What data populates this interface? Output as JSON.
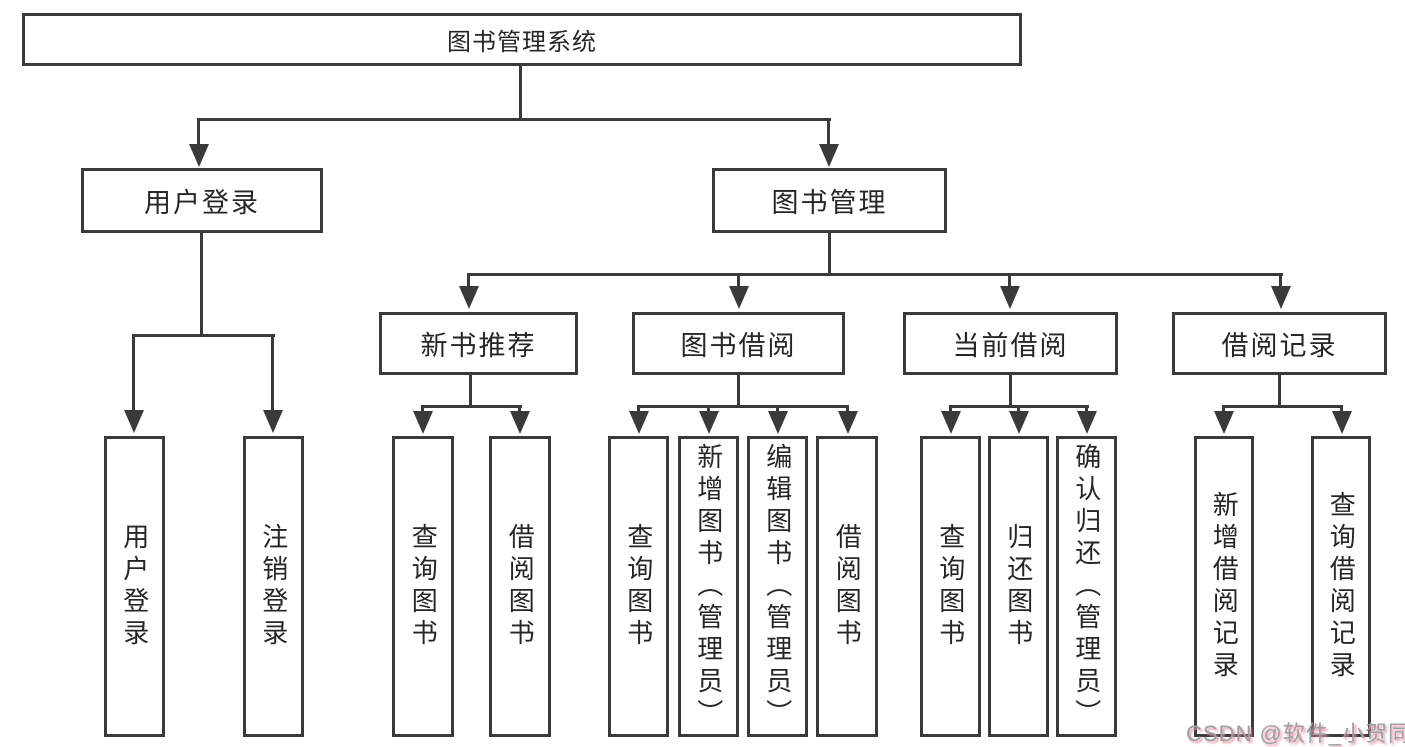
{
  "diagram": {
    "type": "hierarchy-tree",
    "line_color": "#3a3a3a",
    "text_color": "#262626",
    "background": "#ffffff",
    "root": {
      "label": "图书管理系统",
      "children": [
        {
          "label": "用户登录",
          "children": [
            {
              "label": "用户登录"
            },
            {
              "label": "注销登录"
            }
          ]
        },
        {
          "label": "图书管理",
          "children": [
            {
              "label": "新书推荐",
              "children": [
                {
                  "label": "查询图书"
                },
                {
                  "label": "借阅图书"
                }
              ]
            },
            {
              "label": "图书借阅",
              "children": [
                {
                  "label": "查询图书"
                },
                {
                  "label": "新增图书（管理员）"
                },
                {
                  "label": "编辑图书（管理员）"
                },
                {
                  "label": "借阅图书"
                }
              ]
            },
            {
              "label": "当前借阅",
              "children": [
                {
                  "label": "查询图书"
                },
                {
                  "label": "归还图书"
                },
                {
                  "label": "确认归还（管理员）"
                }
              ]
            },
            {
              "label": "借阅记录",
              "children": [
                {
                  "label": "新增借阅记录"
                },
                {
                  "label": "查询借阅记录"
                }
              ]
            }
          ]
        }
      ]
    },
    "watermark": {
      "text": "CSDN @软件_小贺同学",
      "color": "#9aa0a6",
      "shadow_color": "#e8919e"
    }
  }
}
